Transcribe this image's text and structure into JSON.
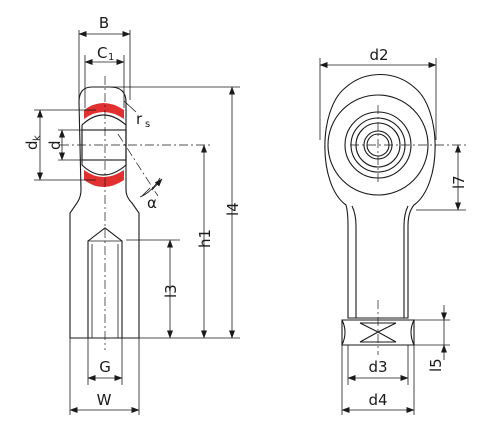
{
  "labels": {
    "B": "B",
    "C1": "C",
    "C1_sub": "1",
    "rs": "r",
    "rs_sub": "s",
    "dk": "d",
    "dk_sub": "k",
    "d": "d",
    "alpha": "α",
    "h1": "h1",
    "l3": "l3",
    "l4": "l4",
    "G": "G",
    "W": "W",
    "d2": "d2",
    "l7": "l7",
    "d3": "d3",
    "d4": "d4",
    "l5": "l5"
  },
  "colors": {
    "housing": "#b7b7b7",
    "ball": "#84c8ee",
    "liner": "#e03030",
    "line": "#1a1a1a",
    "background": "#ffffff"
  }
}
